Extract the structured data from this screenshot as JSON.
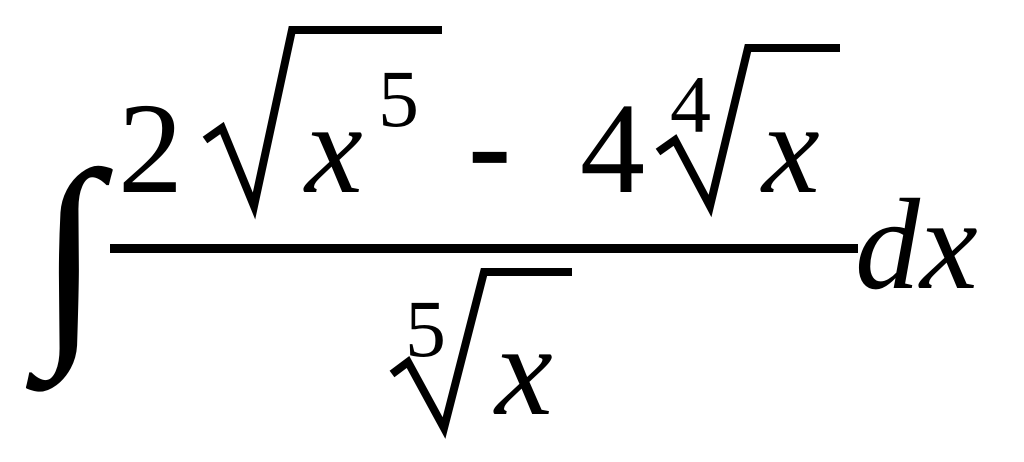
{
  "expression": {
    "integral": "∫",
    "differential": "dx",
    "numerator": {
      "term1": {
        "coefficient": "2",
        "base": "x",
        "exponent": "5"
      },
      "operator": "-",
      "term2": {
        "coefficient": "4",
        "root_index": "4",
        "radicand": "x"
      }
    },
    "denominator": {
      "root_index": "5",
      "radicand": "x"
    }
  }
}
